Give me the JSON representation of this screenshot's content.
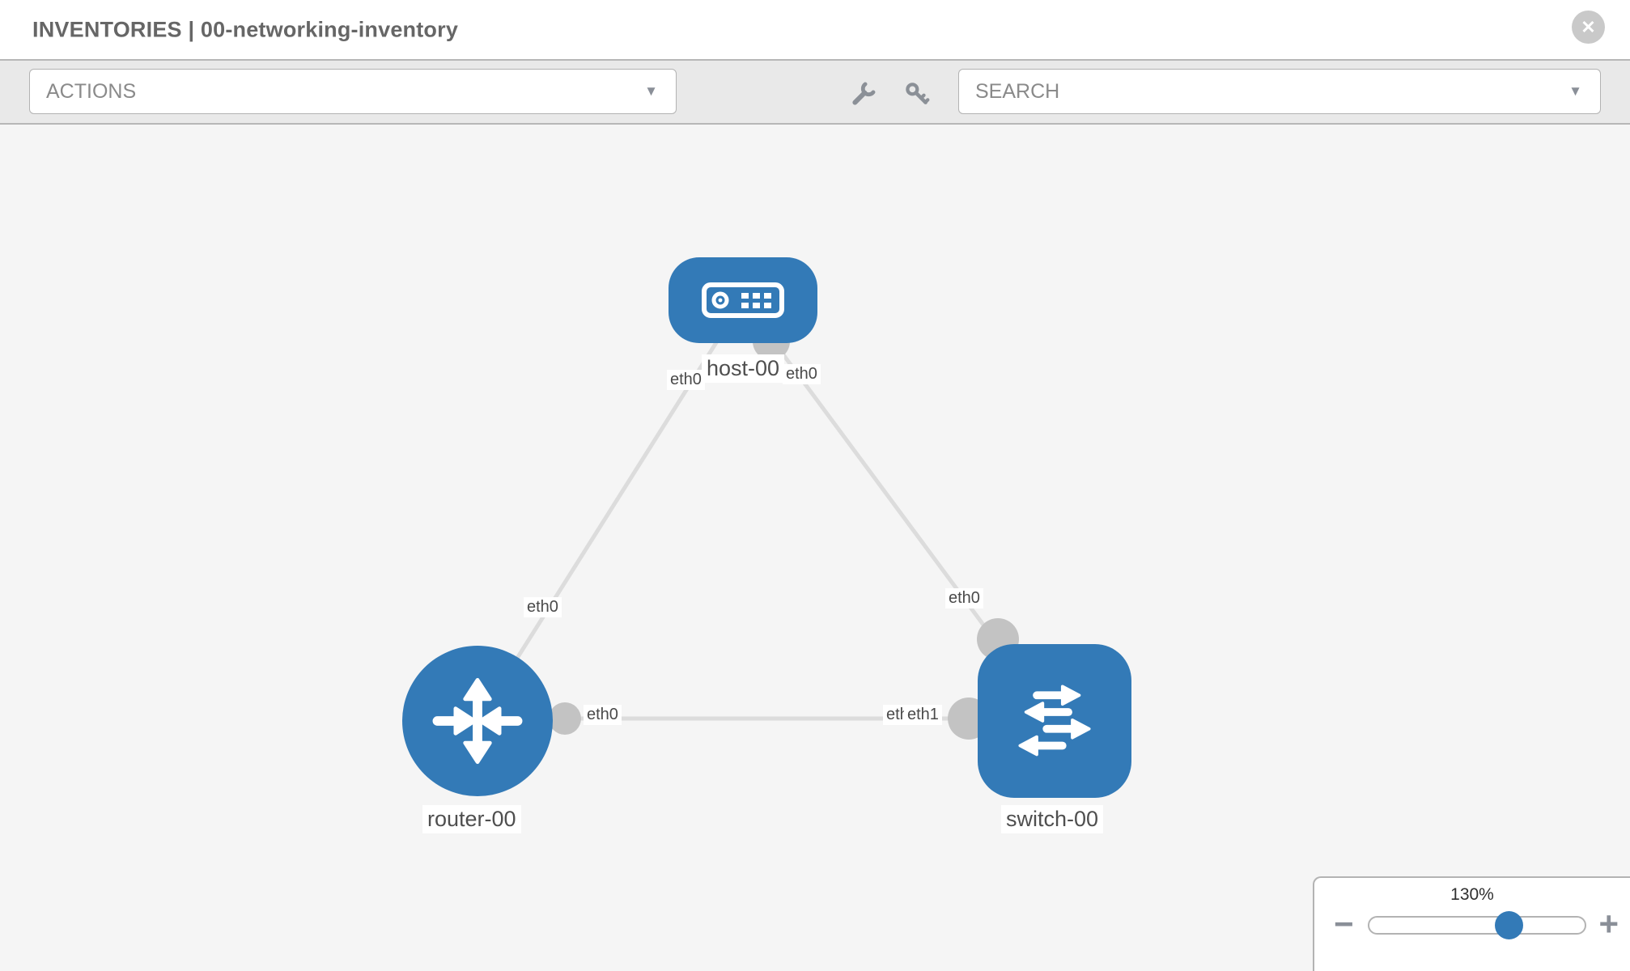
{
  "header": {
    "title": "INVENTORIES | 00-networking-inventory"
  },
  "toolbar": {
    "actions": {
      "label": "ACTIONS"
    },
    "search": {
      "placeholder": "SEARCH"
    },
    "tools": [
      {
        "icon": "wrench-icon"
      },
      {
        "icon": "key-icon"
      }
    ]
  },
  "topology": {
    "nodes": [
      {
        "id": "host-00",
        "type": "host",
        "label": "host-00",
        "icon": "host-icon"
      },
      {
        "id": "router-00",
        "type": "router",
        "label": "router-00",
        "icon": "router-icon"
      },
      {
        "id": "switch-00",
        "type": "switch",
        "label": "switch-00",
        "icon": "switch-icon"
      }
    ],
    "links": [
      {
        "source": "router-00",
        "source_interface": "eth0",
        "target": "host-00",
        "target_interface": "eth0"
      },
      {
        "source": "host-00",
        "source_interface": "eth0",
        "target": "switch-00",
        "target_interface": "eth0"
      },
      {
        "source": "router-00",
        "source_interface": "eth0",
        "target": "switch-00",
        "target_interface": "eth1"
      }
    ],
    "interface_labels": [
      {
        "text": "eth0"
      },
      {
        "text": "eth0"
      },
      {
        "text": "eth0"
      },
      {
        "text": "eth0"
      },
      {
        "text": "eth0"
      },
      {
        "text": "eth0"
      },
      {
        "text": "eth1"
      }
    ]
  },
  "zoom_control": {
    "value": "130%",
    "zoom_out": "−",
    "zoom_in": "+"
  },
  "colors": {
    "node_blue": "#337ab7",
    "link_gray": "#dcdcdc",
    "interface_dot_gray": "#c3c3c3",
    "toolbar_bg": "#e9e9e9",
    "canvas_bg": "#f5f5f5"
  }
}
